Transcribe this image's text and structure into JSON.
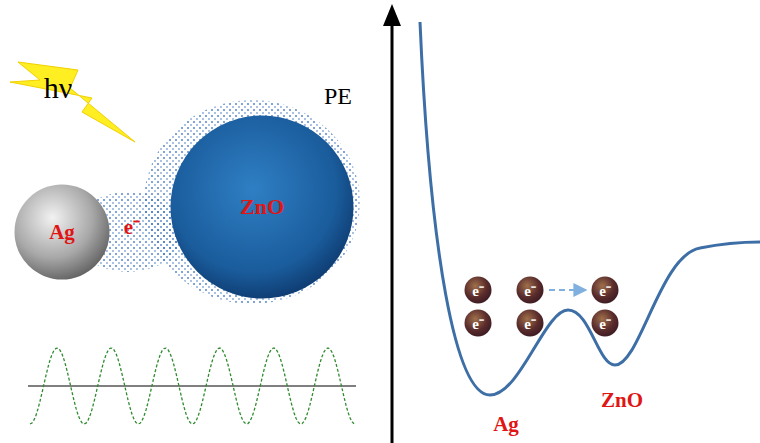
{
  "diagram": {
    "nodes": [
      {
        "text": [
          "Ag"
        ]
      },
      {
        "text": [
          "ZnO"
        ]
      },
      {
        "text": [
          "e⁻"
        ]
      },
      {
        "text": [
          "e⁻"
        ]
      },
      {
        "text": [
          "e⁻"
        ]
      },
      {
        "text": [
          "e⁻"
        ]
      },
      {
        "text": [
          "e⁻"
        ]
      },
      {
        "text": [
          "e⁻"
        ]
      }
    ],
    "edges": [
      {
        "from": 3,
        "to": 4,
        "arrow": "to"
      }
    ],
    "labels": [
      "hν",
      "e⁻",
      "PE",
      "Ag",
      "ZnO"
    ]
  }
}
